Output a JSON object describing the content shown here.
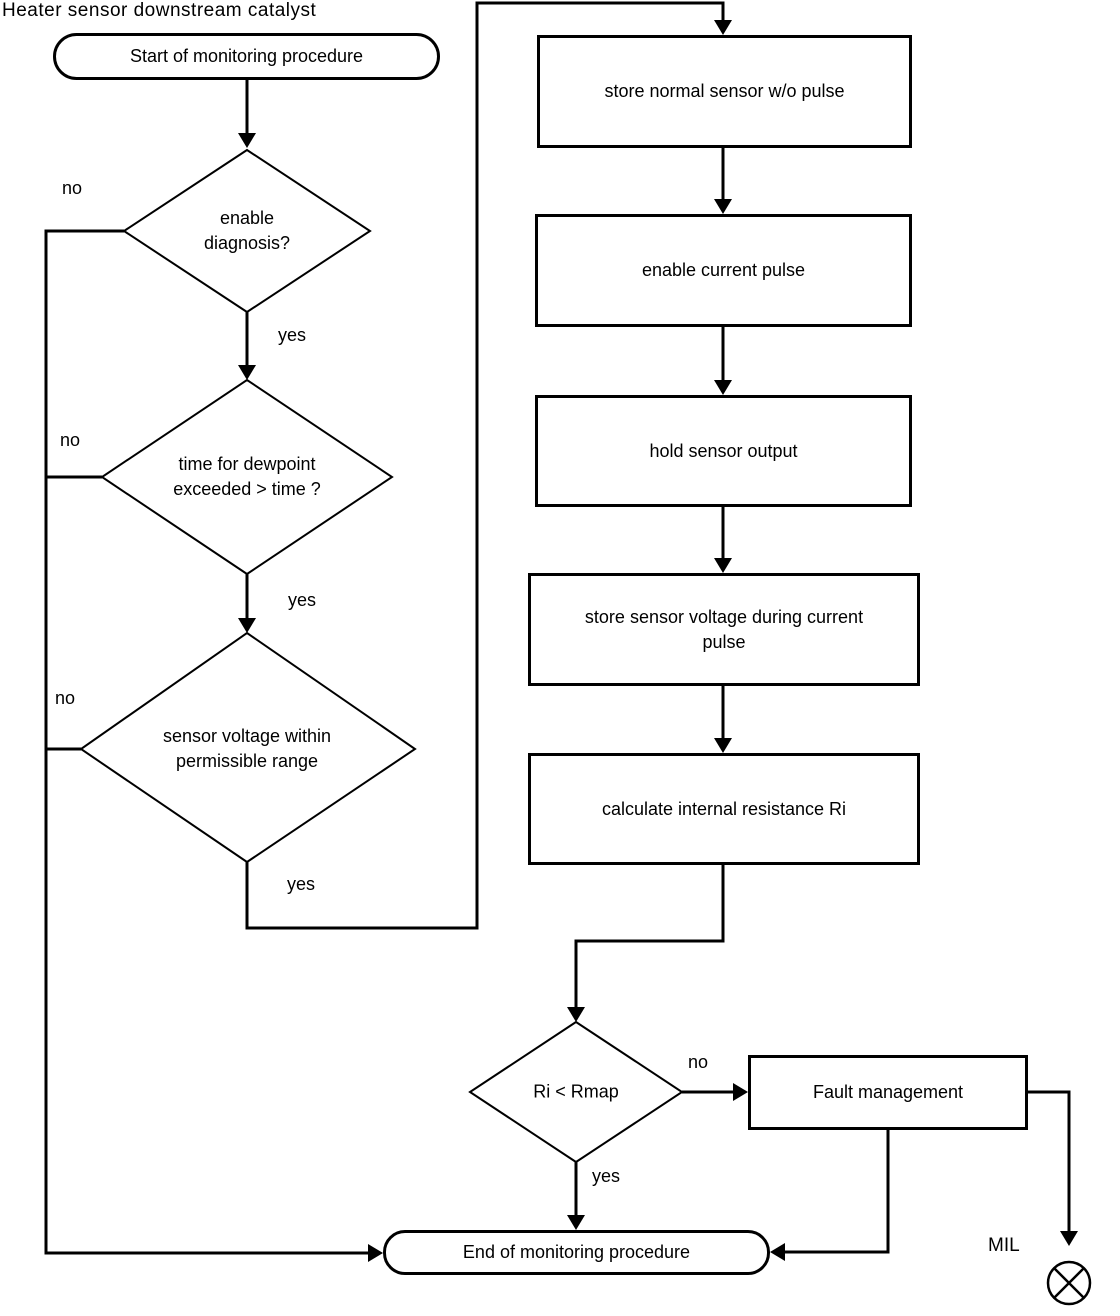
{
  "title": "Heater sensor downstream catalyst",
  "nodes": {
    "start": {
      "label": "Start of monitoring procedure"
    },
    "enable_diagnosis": {
      "label": "enable diagnosis?"
    },
    "dewpoint": {
      "label": "time for dewpoint exceeded > time ?"
    },
    "sensor_voltage": {
      "label": "sensor voltage within permissible range"
    },
    "store_normal": {
      "label": "store normal sensor w/o pulse"
    },
    "enable_pulse": {
      "label": "enable current pulse"
    },
    "hold_output": {
      "label": "hold sensor output"
    },
    "store_voltage": {
      "label": "store sensor voltage during current pulse"
    },
    "calc_resistance": {
      "label": "calculate internal resistance Ri"
    },
    "ri_compare": {
      "label": "Ri < Rmap"
    },
    "fault_management": {
      "label": "Fault management"
    },
    "end": {
      "label": "End of monitoring procedure"
    },
    "mil": {
      "label": "MIL"
    }
  },
  "edge_labels": {
    "enable_no": "no",
    "enable_yes": "yes",
    "dewpoint_no": "no",
    "dewpoint_yes": "yes",
    "voltage_no": "no",
    "voltage_yes": "yes",
    "ri_no": "no",
    "ri_yes": "yes"
  },
  "colors": {
    "line": "#000000",
    "background": "#ffffff"
  },
  "icons": {
    "mil_lamp": "crossed-circle-lamp"
  }
}
